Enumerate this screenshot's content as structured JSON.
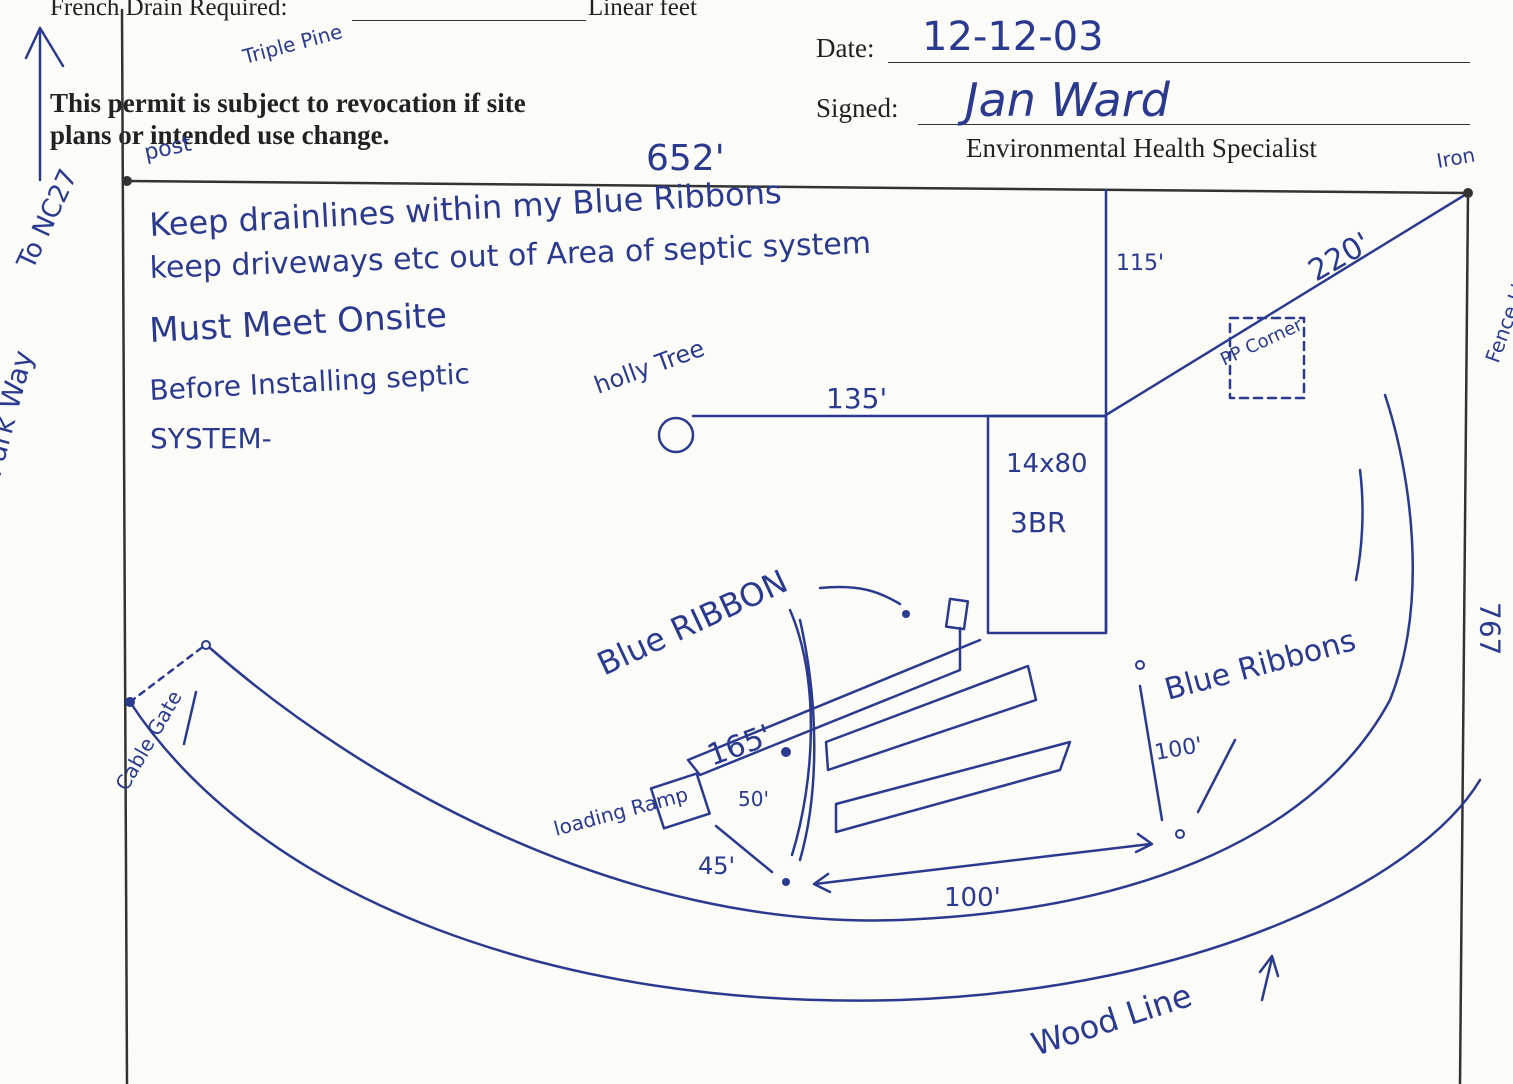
{
  "form": {
    "french_drain_label": "French Drain Required:",
    "french_drain_unit": "Linear feet",
    "revocation_line1": "This permit is subject to revocation if site",
    "revocation_line2": "plans or intended use change.",
    "date_label": "Date:",
    "signed_label": "Signed:",
    "signer_title": "Environmental Health Specialist"
  },
  "handwriting": {
    "date_value": "12-12-03",
    "signature": "Jan Ward",
    "triple_pine": "Triple Pine",
    "post": "post",
    "width_top": "652'",
    "iron": "Iron",
    "to_road": "To NC27",
    "note1": "Keep drainlines within my Blue Ribbons",
    "note2": "keep driveways etc out of Area of septic system",
    "note3": "Must Meet Onsite",
    "note4": "Before Installing septic",
    "note5": "SYSTEM-",
    "holly_tree": "holly Tree",
    "dist_135": "135'",
    "dist_115": "115'",
    "dist_220": "220'",
    "pp_corner": "PP Corner",
    "fence_line": "Fence Line",
    "house_size": "14x80",
    "house_bedrooms": "3BR",
    "road_name": "Assist Park Way",
    "blue_ribbon": "Blue RIBBON",
    "blue_ribbons_right": "Blue Ribbons",
    "dist_165": "165'",
    "dist_50": "50'",
    "dist_45": "45'",
    "dist_100_bottom": "100'",
    "dist_100_right": "100'",
    "loading_ramp": "loading Ramp",
    "cable_gate": "Cable Gate",
    "wood_line": "Wood Line",
    "margin_digits": "767"
  }
}
